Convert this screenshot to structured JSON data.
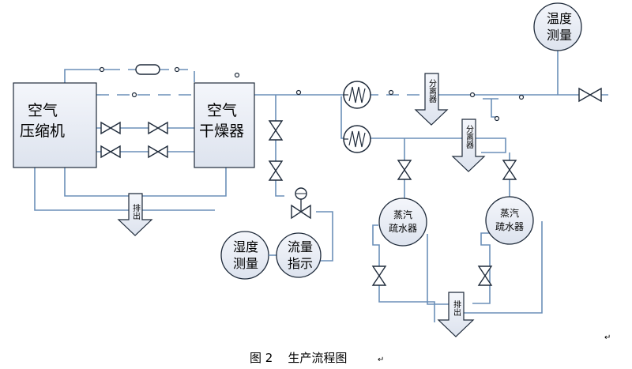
{
  "boxes": {
    "compressor": {
      "line1": "空气",
      "line2": "压缩机"
    },
    "dryer": {
      "line1": "空气",
      "line2": "干燥器"
    }
  },
  "circles": {
    "humidity_top": {
      "line1": "温度",
      "line2": "测量"
    },
    "humidity_bottom": {
      "line1": "湿度",
      "line2": "测量"
    },
    "flow_indicator": {
      "line1": "流量",
      "line2": "指示"
    },
    "trap_left": {
      "line1": "蒸汽",
      "line2": "疏水器"
    },
    "trap_right": {
      "line1": "蒸汽",
      "line2": "疏水器"
    }
  },
  "arrows": {
    "drain_left": "排出",
    "separator_1": "分离器",
    "separator_2": "分离器",
    "drain_bottom": "排出"
  },
  "caption": "图 2    生产流程图",
  "return_mark": "↵"
}
